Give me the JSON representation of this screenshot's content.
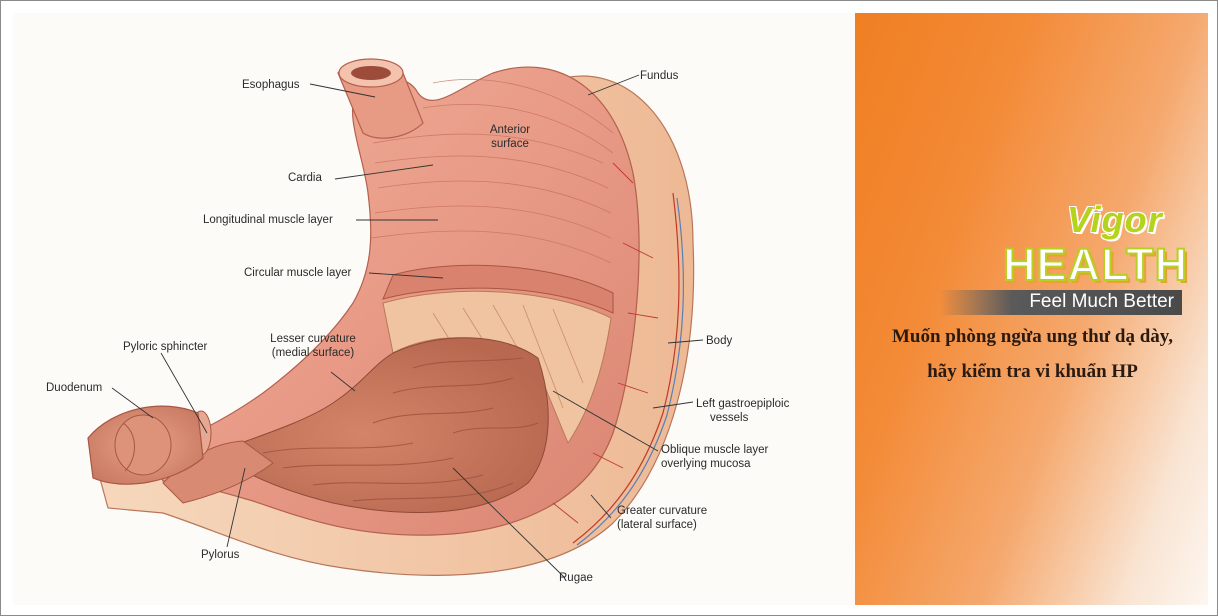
{
  "diagram": {
    "labels": {
      "esophagus": "Esophagus",
      "fundus": "Fundus",
      "anterior_surface": [
        "Anterior",
        "surface"
      ],
      "cardia": "Cardia",
      "longitudinal_muscle_layer": "Longitudinal muscle layer",
      "circular_muscle_layer": "Circular muscle layer",
      "lesser_curvature": [
        "Lesser curvature",
        "(medial surface)"
      ],
      "pyloric_sphincter": "Pyloric sphincter",
      "duodenum": "Duodenum",
      "body": "Body",
      "left_gastroepiploic_vessels": [
        "Left gastroepiploic",
        "vessels"
      ],
      "oblique_muscle_layer": [
        "Oblique muscle layer",
        "overlying mucosa"
      ],
      "greater_curvature": [
        "Greater curvature",
        "(lateral surface)"
      ],
      "pylorus": "Pylorus",
      "rugae": "Rugae"
    },
    "colors": {
      "muscle": "#e89a86",
      "muscle_dark": "#c8705e",
      "mucosa": "#c97a62",
      "serosa": "#f3c7a6",
      "vessel_red": "#c0392b",
      "vessel_blue": "#5b7fb5"
    }
  },
  "brand": {
    "logo_top": "Vigor",
    "logo_main": "HEALTH",
    "tagline": "Feel Much Better",
    "headline_line1": "Muốn phòng ngừa ung thư dạ dày,",
    "headline_line2": "hãy kiểm tra vi khuẩn HP",
    "accent_color": "#f07f22",
    "logo_green": "#b5d21c"
  }
}
